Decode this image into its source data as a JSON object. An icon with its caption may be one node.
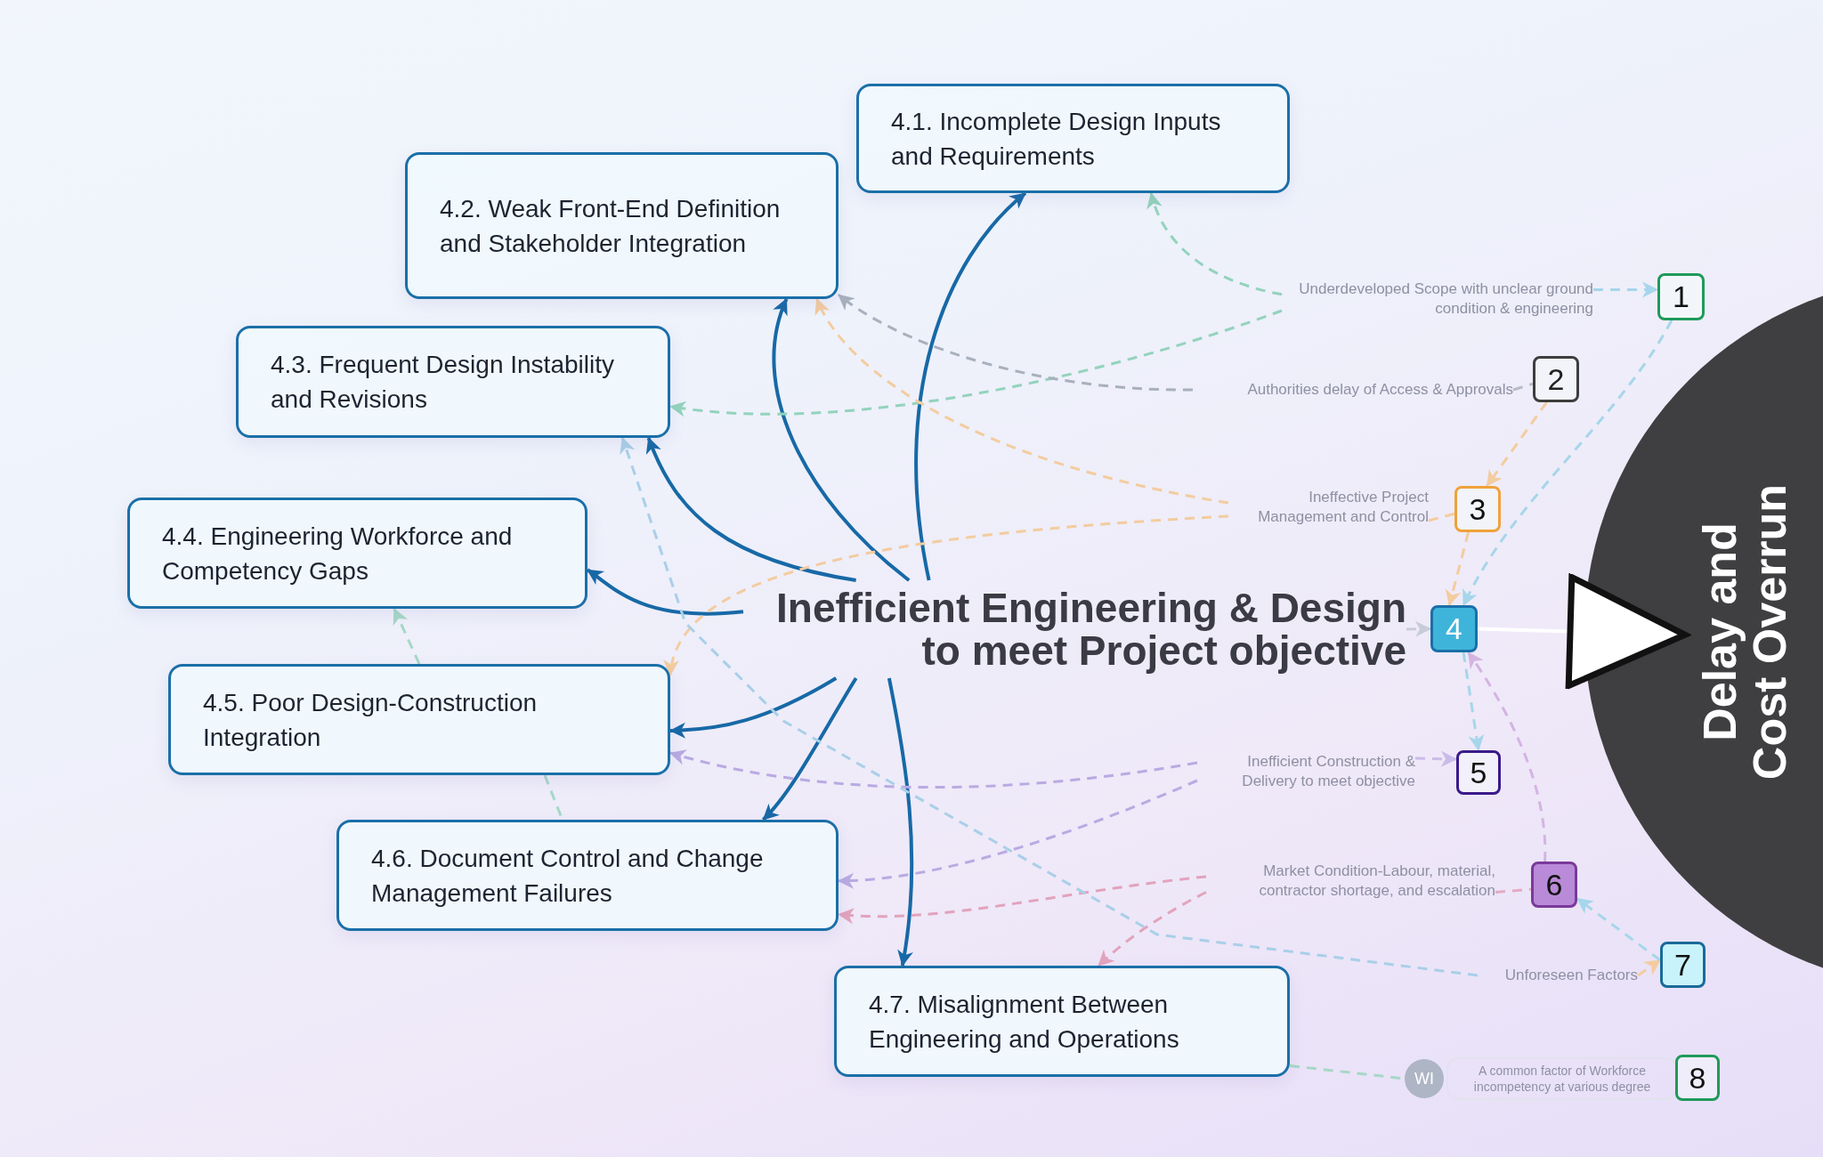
{
  "diagram": {
    "nodes": [
      {
        "text": [
          "Inefficient Engineering & Design to meet Project objective"
        ]
      },
      {
        "text": [
          "4.1. Incomplete Design Inputs and Requirements"
        ]
      },
      {
        "text": [
          "4.2. Weak Front-End Definition and Stakeholder Integration"
        ]
      },
      {
        "text": [
          "4.3. Frequent Design Instability and Revisions"
        ]
      },
      {
        "text": [
          "4.4. Engineering Workforce and Competency Gaps"
        ]
      },
      {
        "text": [
          "4.5. Poor Design-Construction Integration"
        ]
      },
      {
        "text": [
          "4.6. Document Control and Change Management Failures"
        ]
      },
      {
        "text": [
          "4.7. Misalignment Between Engineering and Operations"
        ]
      },
      {
        "text": [
          "Underdeveloped Scope with unclear ground condition & engineering"
        ]
      },
      {
        "text": [
          "Authorities delay of Access & Approvals"
        ]
      },
      {
        "text": [
          "Ineffective Project Management and Control"
        ]
      },
      {
        "text": [
          "Inefficient Construction & Delivery to meet objective"
        ]
      },
      {
        "text": [
          "Market Condition-Labour, material, contractor shortage, and escalation"
        ]
      },
      {
        "text": [
          "Unforeseen Factors"
        ]
      },
      {
        "text": [
          "WI"
        ]
      },
      {
        "text": [
          "A common factor of Workforce incompetency at various degree"
        ]
      },
      {
        "text": [
          "1"
        ]
      },
      {
        "text": [
          "2"
        ]
      },
      {
        "text": [
          "3"
        ]
      },
      {
        "text": [
          "4"
        ]
      },
      {
        "text": [
          "5"
        ]
      },
      {
        "text": [
          "6"
        ]
      },
      {
        "text": [
          "7"
        ]
      },
      {
        "text": [
          "8"
        ]
      },
      {
        "text": [
          "Delay and Cost Overrun"
        ]
      }
    ],
    "edges": [
      {
        "from": 0,
        "to": 1,
        "arrow": "to"
      },
      {
        "from": 0,
        "to": 2,
        "arrow": "to"
      },
      {
        "from": 0,
        "to": 3,
        "arrow": "to"
      },
      {
        "from": 0,
        "to": 4,
        "arrow": "to"
      },
      {
        "from": 0,
        "to": 5,
        "arrow": "to"
      },
      {
        "from": 0,
        "to": 6,
        "arrow": "to"
      },
      {
        "from": 0,
        "to": 7,
        "arrow": "to"
      },
      {
        "from": 0,
        "to": 19,
        "arrow": "to",
        "style": "dashed",
        "color": "#c8ccd8"
      },
      {
        "from": 19,
        "to": 24,
        "arrow": "to",
        "color": "#ffffff"
      },
      {
        "from": 8,
        "to": 16,
        "arrow": "to",
        "style": "dashed",
        "color": "#a6d6ea"
      },
      {
        "from": 9,
        "to": 17,
        "arrow": "none",
        "style": "dashed",
        "color": "#b8bcc6"
      },
      {
        "from": 10,
        "to": 18,
        "arrow": "none",
        "style": "dashed",
        "color": "#f3cc9f"
      },
      {
        "from": 11,
        "to": 20,
        "arrow": "to",
        "style": "dashed",
        "color": "#c9bce8"
      },
      {
        "from": 12,
        "to": 21,
        "arrow": "none",
        "style": "dashed",
        "color": "#e4aac4"
      },
      {
        "from": 13,
        "to": 22,
        "arrow": "to",
        "style": "dashed",
        "color": "#f3cc9f"
      },
      {
        "from": 8,
        "to": 1,
        "arrow": "to",
        "style": "dashed",
        "color": "#93d3bc"
      },
      {
        "from": 8,
        "to": 3,
        "arrow": "to",
        "style": "dashed",
        "color": "#93d3bc"
      },
      {
        "from": 9,
        "to": 2,
        "arrow": "to",
        "style": "dashed",
        "color": "#a9b0bd"
      },
      {
        "from": 10,
        "to": 2,
        "arrow": "to",
        "style": "dashed",
        "color": "#f3cc9f"
      },
      {
        "from": 10,
        "to": 5,
        "arrow": "to",
        "style": "dashed",
        "color": "#f3cc9f"
      },
      {
        "from": 11,
        "to": 5,
        "arrow": "to",
        "style": "dashed",
        "color": "#b9aae2"
      },
      {
        "from": 11,
        "to": 6,
        "arrow": "to",
        "style": "dashed",
        "color": "#b9aae2"
      },
      {
        "from": 12,
        "to": 6,
        "arrow": "to",
        "style": "dashed",
        "color": "#e2a3bd"
      },
      {
        "from": 12,
        "to": 7,
        "arrow": "to",
        "style": "dashed",
        "color": "#e2a3bd"
      },
      {
        "from": 13,
        "to": 3,
        "arrow": "to",
        "style": "dashed",
        "color": "#a9cfe8"
      },
      {
        "from": 5,
        "to": 4,
        "arrow": "to",
        "style": "dashed",
        "color": "#a6d8c6"
      },
      {
        "from": 5,
        "to": 6,
        "arrow": "none",
        "style": "dashed",
        "color": "#a6d8c6"
      },
      {
        "from": 7,
        "to": 14,
        "arrow": "none",
        "style": "dashed",
        "color": "#a6d8c6"
      },
      {
        "from": 16,
        "to": 19,
        "arrow": "to",
        "style": "dashed",
        "color": "#a6d6ea"
      },
      {
        "from": 17,
        "to": 18,
        "arrow": "to",
        "style": "dashed",
        "color": "#f3cc9f"
      },
      {
        "from": 18,
        "to": 19,
        "arrow": "to",
        "style": "dashed",
        "color": "#f3cc9f"
      },
      {
        "from": 19,
        "to": 20,
        "arrow": "to",
        "style": "dashed",
        "color": "#a6d6ea"
      },
      {
        "from": 21,
        "to": 19,
        "arrow": "to",
        "style": "dashed",
        "color": "#d3b4e2"
      },
      {
        "from": 22,
        "to": 21,
        "arrow": "to",
        "style": "dashed",
        "color": "#a6d6ea"
      }
    ]
  }
}
